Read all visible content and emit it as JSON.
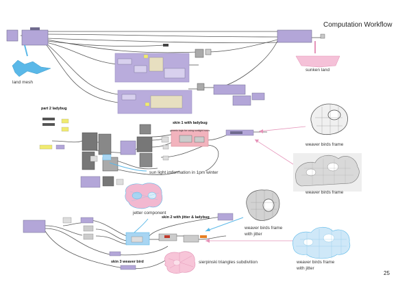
{
  "page": {
    "title": "Computation Workflow",
    "page_number": "25"
  },
  "labels": {
    "land_mesh": "land mesh",
    "sunken_land": "sunken land",
    "part2_ladybug": "part 2 ladybug",
    "skin1": "skin 1 with ladybug",
    "generic_logic": "generic logic for using sunlight hours",
    "sunlight_info": "sun light imformation in 1pm winter",
    "weaver_frame1": "weaver birds frame",
    "weaver_frame2": "weaver birds frame",
    "jetter_component": "jetter component",
    "skin2": "skin 2 with jitter & ladybug",
    "weaver_frame_jitter1": "weaver birds frame with jitter",
    "weaver_frame_jitter2": "weaver birds frame with jitter",
    "skin3": "skin 3 weaver bird",
    "sierpinski": "sierpinski triangles subdivition"
  },
  "colors": {
    "component": "#b3a6d8",
    "component_dark": "#6f6a8e",
    "group_purple": "#b9acdc",
    "wire": "#555555",
    "pink_arrow": "#e592b8",
    "blue_arrow": "#59b7df",
    "land_mesh_blue": "#5ab8e8",
    "sunken_land_pink": "#f5c1d8",
    "yellow": "#f0ea70",
    "skin1_pink": "#f2b3bd",
    "skin2_blue": "#a8d5f2"
  }
}
